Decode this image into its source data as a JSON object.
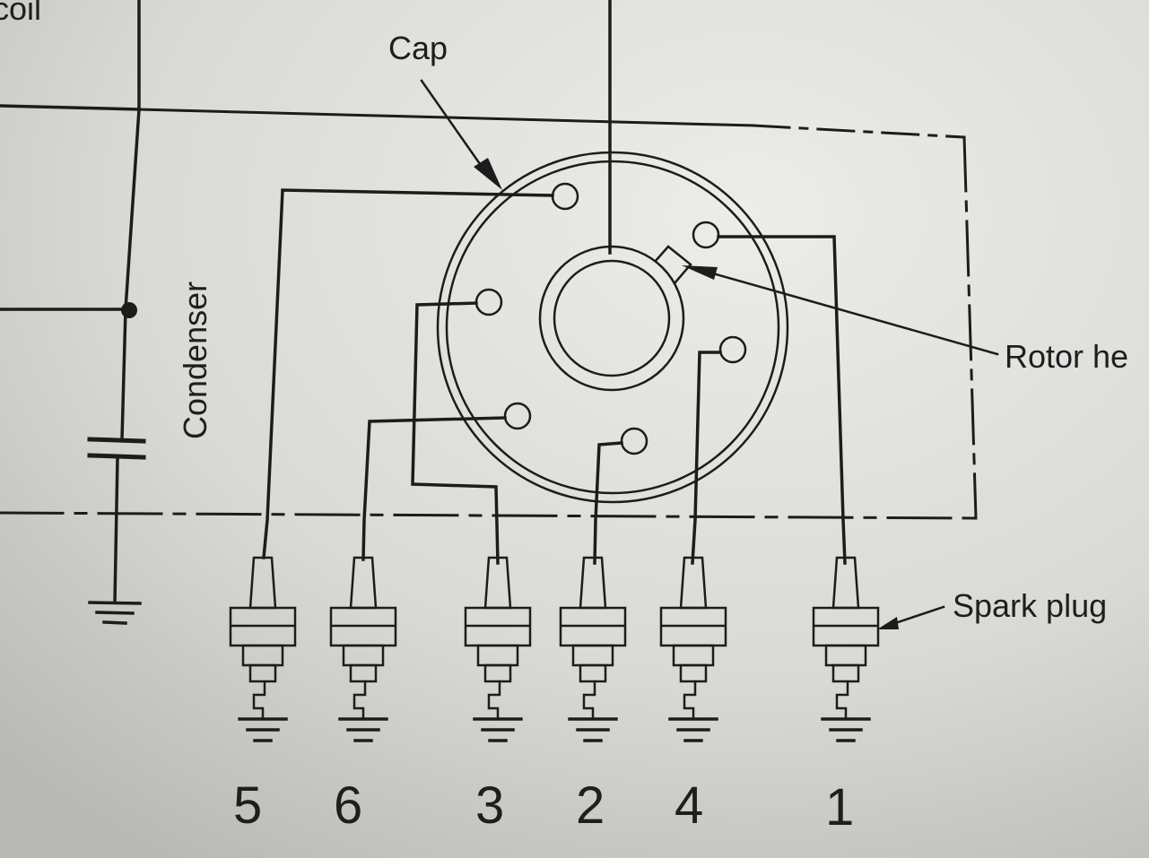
{
  "labels": {
    "coil": "coil",
    "cap": "Cap",
    "condenser": "Condenser",
    "rotor": "Rotor he",
    "spark_plug": "Spark plug"
  },
  "plug_numbers": [
    "5",
    "6",
    "3",
    "2",
    "4",
    "1"
  ],
  "colors": {
    "paper": "#d9d9d6",
    "ink": "#1c1c1c"
  }
}
